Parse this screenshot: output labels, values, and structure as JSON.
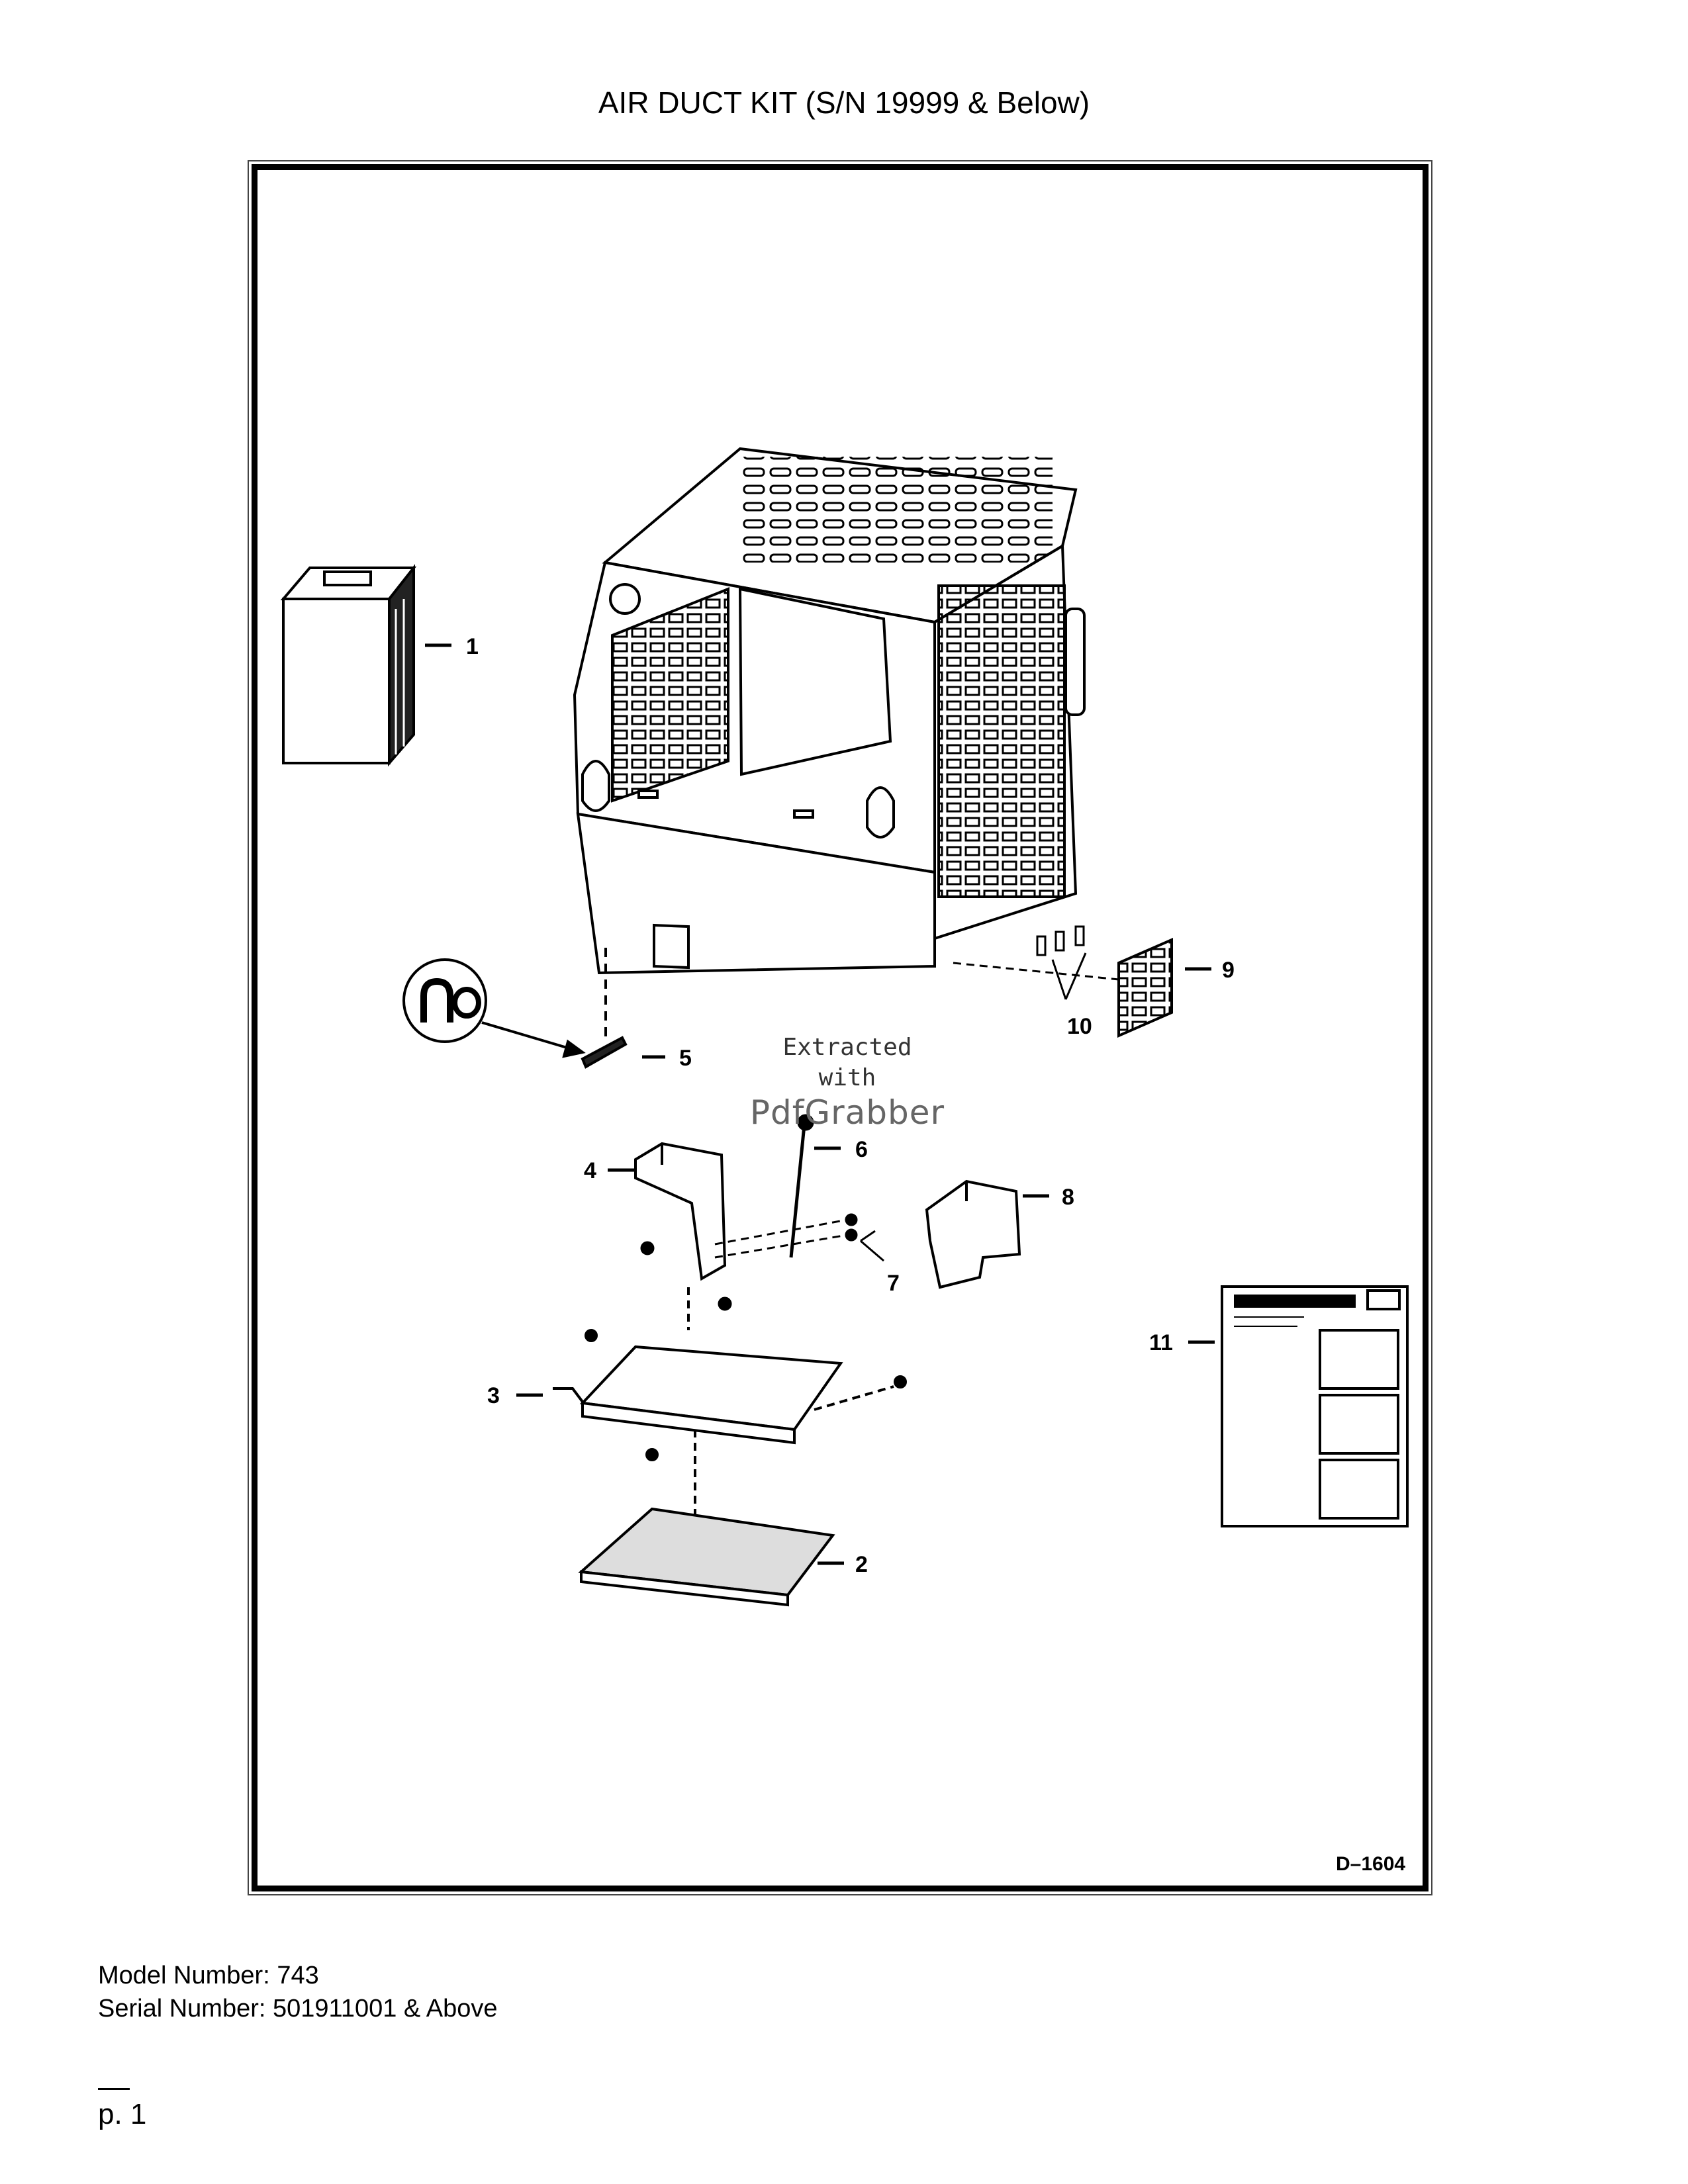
{
  "page": {
    "title": "AIR DUCT KIT (S/N 19999 & Below)",
    "drawing_number": "D–1604",
    "model_number": "Model Number: 743",
    "serial_number": "Serial Number: 501911001 & Above",
    "page_number": "p. 1"
  },
  "watermark": {
    "line1": "Extracted",
    "line2": "with",
    "brand": "PdfGrabber"
  },
  "callouts": {
    "c1": "1",
    "c2": "2",
    "c3": "3",
    "c4": "4",
    "c5": "5",
    "c6": "6",
    "c7": "7",
    "c8": "8",
    "c9": "9",
    "c10": "10",
    "c11": "11"
  }
}
